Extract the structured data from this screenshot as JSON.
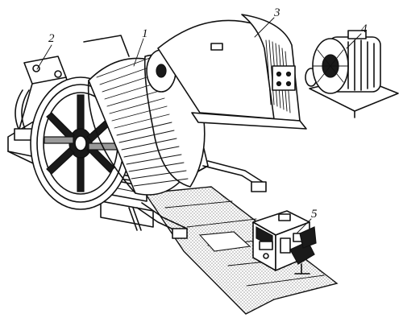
{
  "diagram": {
    "callouts": [
      {
        "id": "drum",
        "label": "1"
      },
      {
        "id": "brake",
        "label": "2"
      },
      {
        "id": "gearbox",
        "label": "3"
      },
      {
        "id": "motor",
        "label": "4"
      },
      {
        "id": "control-console",
        "label": "5"
      }
    ]
  }
}
